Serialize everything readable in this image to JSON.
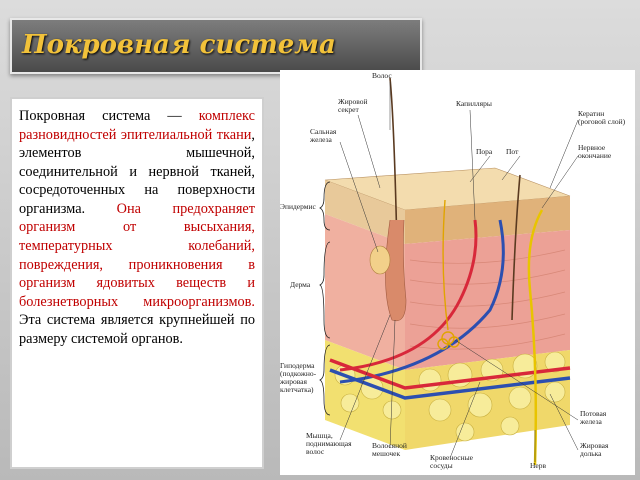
{
  "slide": {
    "title": "Покровная система",
    "paragraph": {
      "p1": "Покровная система — ",
      "p2": "комплекс разновидностей эпителиальной ткани",
      "p3": ", элементов мышечной, соединительной и нервной тканей, сосредоточенных на поверхности организма. ",
      "p4": "Она предохраняет организм от высыхания, температурных колебаний, повреждения, проникновения в организм ядовитых веществ и болезнетворных микроорганизмов.",
      "p5": " Эта система является крупнейшей по размеру системой органов."
    }
  },
  "figure": {
    "labels": {
      "hair": "Волос",
      "fat_secretion": "Жировой\nсекрет",
      "capillaries": "Капилляры",
      "keratin": "Кератин\n(роговой слой)",
      "sebaceous_gland": "Сальная\nжелеза",
      "pore": "Пора",
      "sweat": "Пот",
      "nerve_ending": "Нервное\nокончание",
      "epidermis": "Эпидермис",
      "dermis": "Дерма",
      "hypodermis": "Гиподерма\n(подкожно-\nжировая\nклетчатка)",
      "muscle": "Мышца,\nподнимающая\nволос",
      "follicle": "Волосяной\nмешочек",
      "vessels": "Кровеносные\nсосуды",
      "nerve": "Нерв",
      "sweat_gland": "Потовая\nжелеза",
      "fat_lobule": "Жировая\nдолька"
    },
    "colors": {
      "epidermis": "#e8c99a",
      "dermis": "#f0b0a0",
      "fat": "#f2e070",
      "artery": "#d8283a",
      "vein": "#2c4fb0",
      "nerve": "#e8c400"
    }
  }
}
